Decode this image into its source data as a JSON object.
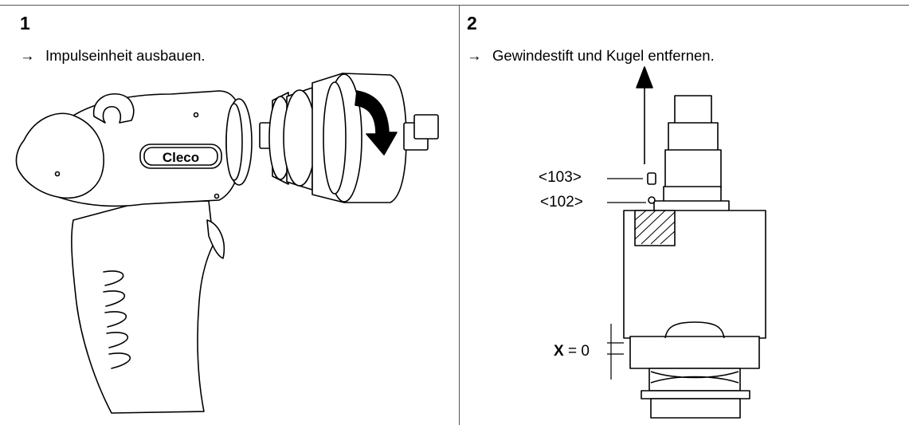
{
  "steps": [
    {
      "number": "1",
      "instruction_arrow": "→",
      "instruction": "Impulseinheit ausbauen.",
      "illustration": {
        "brand_text": "Cleco"
      }
    },
    {
      "number": "2",
      "instruction_arrow": "→",
      "instruction": "Gewindestift und Kugel entfernen.",
      "illustration": {
        "callouts": [
          "<103>",
          "<102>"
        ],
        "dimension_var": "X",
        "dimension_value": "= 0"
      }
    }
  ]
}
